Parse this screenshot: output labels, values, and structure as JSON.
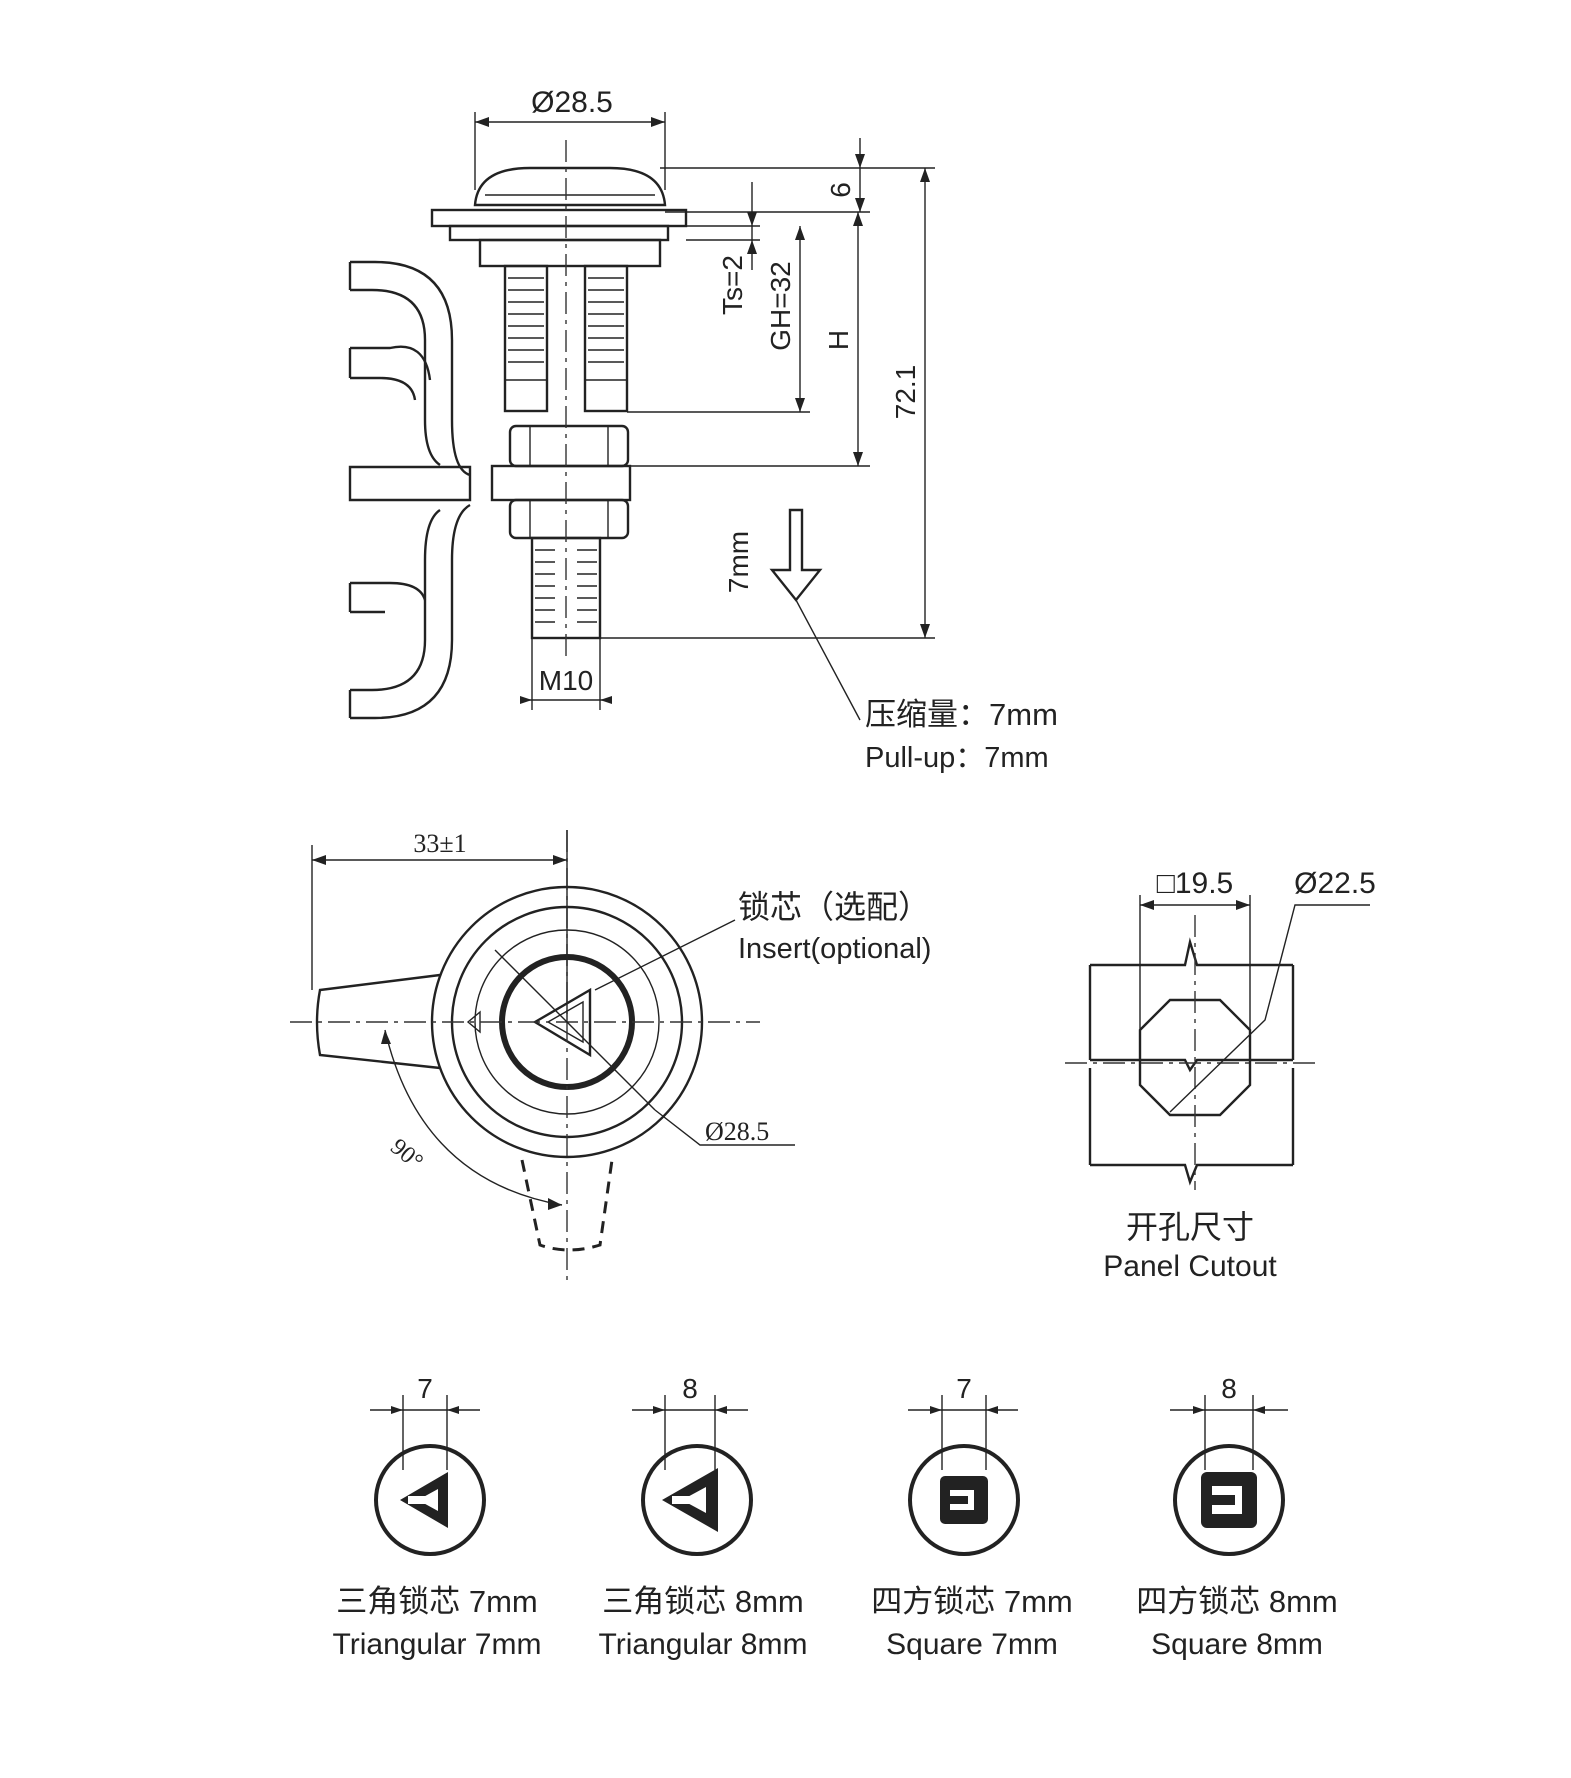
{
  "side_view": {
    "dim_diameter": "Ø28.5",
    "dim_6": "6",
    "dim_ts": "Ts=2",
    "dim_gh": "GH=32",
    "dim_h": "H",
    "dim_total": "72.1",
    "dim_stroke": "7mm",
    "thread": "M10",
    "pullup_cn": "压缩量：7mm",
    "pullup_en": "Pull-up：7mm"
  },
  "front_view": {
    "dim_width": "33±1",
    "insert_cn": "锁芯（选配）",
    "insert_en": "Insert(optional)",
    "dim_diameter": "Ø28.5",
    "angle": "90°"
  },
  "cutout": {
    "dim_square": "□19.5",
    "dim_diameter": "Ø22.5",
    "title_cn": "开孔尺寸",
    "title_en": "Panel Cutout"
  },
  "inserts": [
    {
      "size": "7",
      "label_cn": "三角锁芯 7mm",
      "label_en": "Triangular 7mm"
    },
    {
      "size": "8",
      "label_cn": "三角锁芯 8mm",
      "label_en": "Triangular 8mm"
    },
    {
      "size": "7",
      "label_cn": "四方锁芯 7mm",
      "label_en": "Square 7mm"
    },
    {
      "size": "8",
      "label_cn": "四方锁芯 8mm",
      "label_en": "Square 8mm"
    }
  ]
}
